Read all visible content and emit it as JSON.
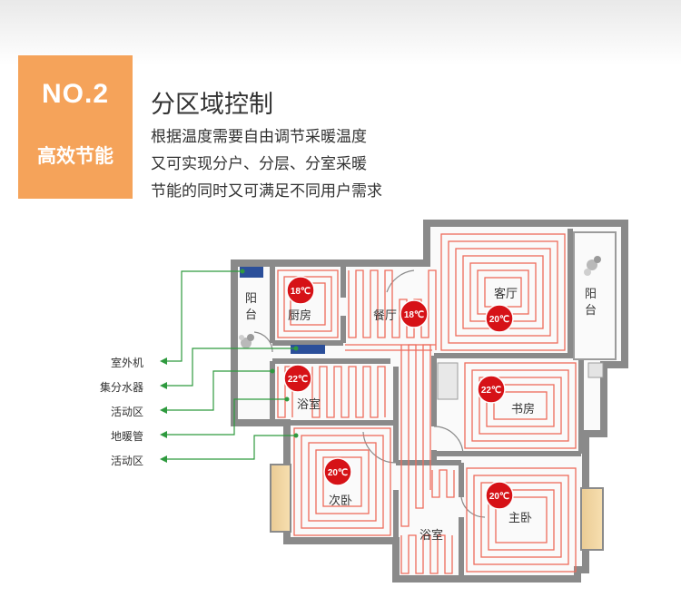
{
  "badge": {
    "number": "NO.2",
    "subtitle": "高效节能"
  },
  "heading": {
    "title": "分区域控制",
    "lines": [
      "根据温度需要自由调节采暖温度",
      "又可实现分户、分层、分室采暖",
      "节能的同时又可满足不同用户需求"
    ]
  },
  "callouts": [
    "室外机",
    "集分水器",
    "活动区",
    "地暖管",
    "活动区"
  ],
  "rooms": {
    "balcony_left": "阳台",
    "kitchen": "厨房",
    "dining": "餐厅",
    "living": "客厅",
    "balcony_right": "阳台",
    "bath_top": "浴室",
    "study": "书房",
    "second_bedroom": "次卧",
    "bath_bottom": "浴室",
    "master_bedroom": "主卧"
  },
  "temps": {
    "kitchen": "18℃",
    "dining": "18℃",
    "living": "20℃",
    "bath_top": "22℃",
    "study": "22℃",
    "second_bedroom": "20℃",
    "master_bedroom": "20℃"
  },
  "colors": {
    "accent": "#f5a35a",
    "temp_dot": "#d61217",
    "pipe": "#ef6b5b",
    "wall": "#8a8a8a",
    "leader": "#2e9a3e"
  }
}
